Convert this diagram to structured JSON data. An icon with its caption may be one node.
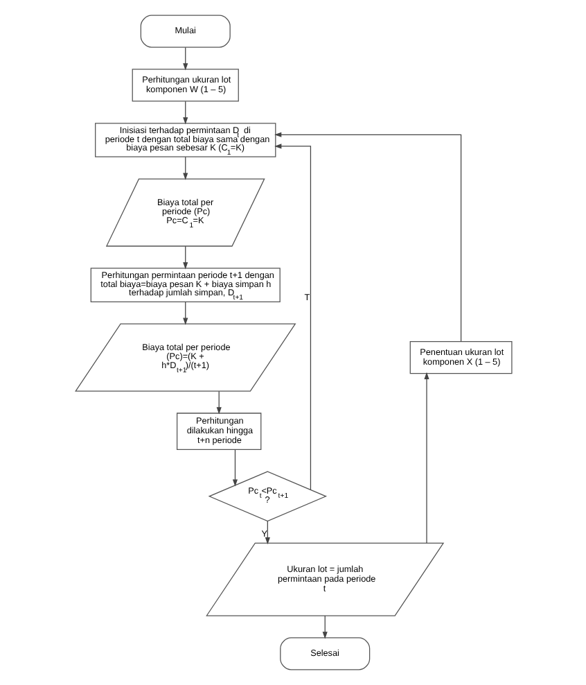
{
  "diagram": {
    "nodes": [
      {
        "text": [
          "Mulai"
        ]
      },
      {
        "text": [
          "Perhitungan ukuran lot komponen W (1 – 5)"
        ]
      },
      {
        "text": [
          "Inisiasi terhadap permintaan D$_{t}$ di periode t dengan total biaya sama dengan biaya pesan sebesar K (C$_{1}$=K)"
        ]
      },
      {
        "text": [
          "Biaya total per periode (Pc) Pc=C$_{1}$=K"
        ]
      },
      {
        "text": [
          "Perhitungan permintaan periode t+1 dengan total biaya=biaya pesan K + biaya simpan h terhadap jumlah simpan, D$_{t+1}$"
        ]
      },
      {
        "text": [
          "Biaya total per periode (Pc)=(K + h*D$_{t+1}$)/(t+1)"
        ]
      },
      {
        "text": [
          "Perhitungan dilakukan hingga t+n periode"
        ]
      },
      {
        "text": [
          "Pc$_{t}$<Pc$_{t+1}$ ?"
        ]
      },
      {
        "text": [
          "Ukuran lot = jumlah permintaan pada periode t"
        ]
      },
      {
        "text": [
          "Selesai"
        ]
      },
      {
        "text": [
          "Penentuan ukuran lot komponen X (1 – 5)"
        ]
      }
    ],
    "edges": [
      {
        "from": 0,
        "to": 1,
        "arrow": "to"
      },
      {
        "from": 1,
        "to": 2,
        "arrow": "to"
      },
      {
        "from": 2,
        "to": 3,
        "arrow": "to"
      },
      {
        "from": 3,
        "to": 4,
        "arrow": "to"
      },
      {
        "from": 4,
        "to": 5,
        "arrow": "to"
      },
      {
        "from": 5,
        "to": 6,
        "arrow": "to"
      },
      {
        "from": 6,
        "to": 7,
        "arrow": "to"
      },
      {
        "from": 7,
        "to": 2,
        "arrow": "to",
        "label": "T"
      },
      {
        "from": 7,
        "to": 8,
        "arrow": "to",
        "label": "Y"
      },
      {
        "from": 8,
        "to": 9,
        "arrow": "to"
      },
      {
        "from": 8,
        "to": 10,
        "arrow": "to"
      },
      {
        "from": 10,
        "to": 2,
        "arrow": "to"
      }
    ]
  }
}
